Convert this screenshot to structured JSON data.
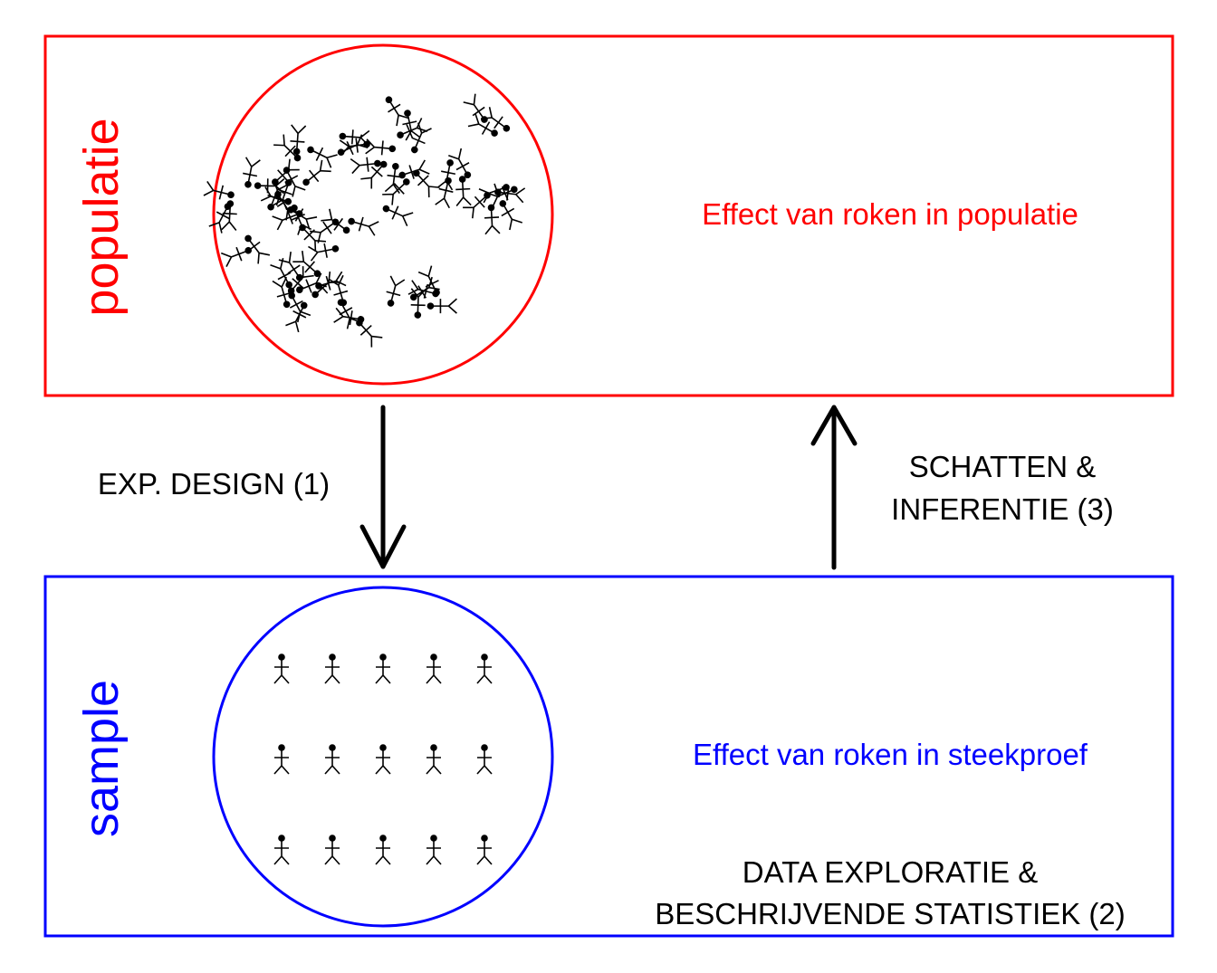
{
  "population": {
    "label": "populatie",
    "effect_text": "Effect van roken in populatie",
    "color": "#ff0000"
  },
  "sample": {
    "label": "sample",
    "effect_text": "Effect van roken in steekproef",
    "color": "#0000ff",
    "people_rows": 3,
    "people_cols": 5
  },
  "steps": {
    "design": "EXP. DESIGN (1)",
    "exploration_line1": "DATA EXPLORATIE &",
    "exploration_line2": "BESCHRIJVENDE STATISTIEK (2)",
    "inference_line1": "SCHATTEN &",
    "inference_line2": "INFERENTIE (3)"
  },
  "colors": {
    "ink": "#000000"
  }
}
